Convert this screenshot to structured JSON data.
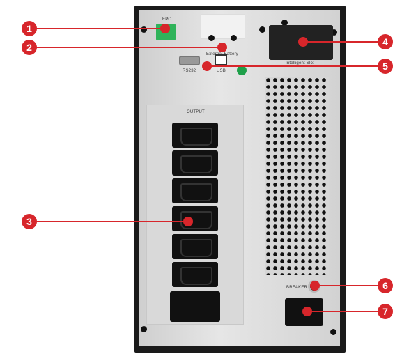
{
  "labels": {
    "epo": "EPO",
    "external_battery": "External Battery",
    "intelligent_slot": "Intelligent Slot",
    "rs232": "RS232",
    "usb": "USB",
    "output": "OUTPUT",
    "breaker": "BREAKER"
  },
  "callouts": [
    "1",
    "2",
    "3",
    "4",
    "5",
    "6",
    "7"
  ],
  "colors": {
    "accent": "#d7262b"
  }
}
